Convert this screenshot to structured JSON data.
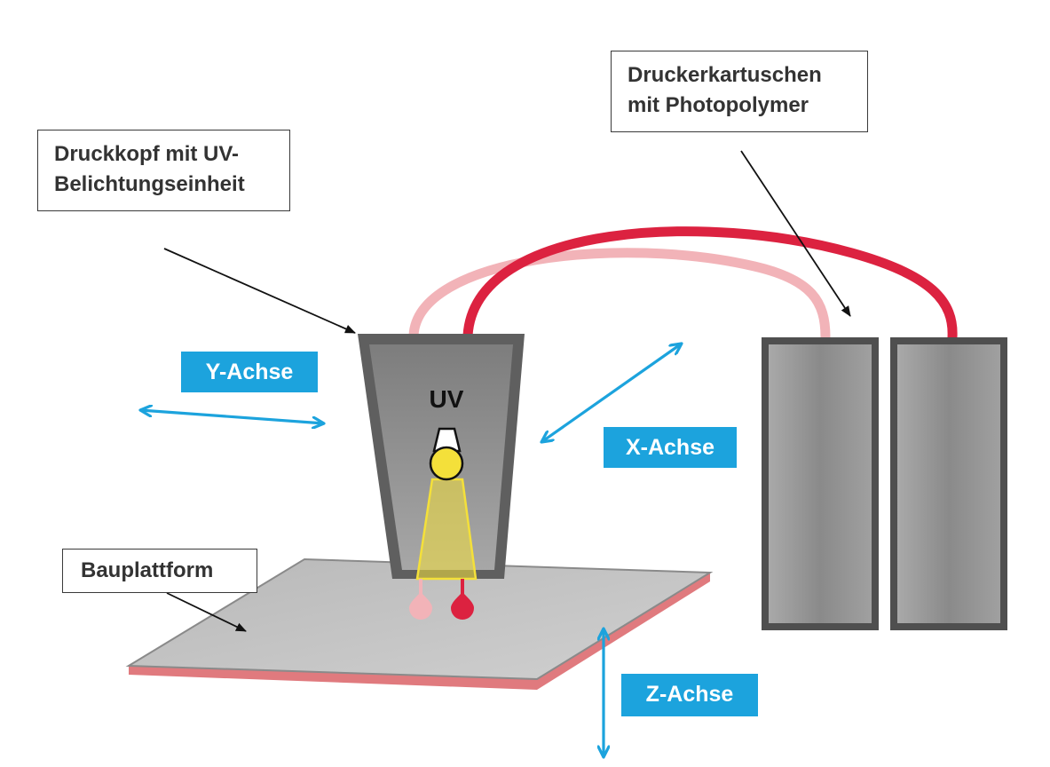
{
  "labels": {
    "print_head": [
      "Druckkopf mit UV-",
      "Belichtungseinheit"
    ],
    "cartridges": [
      "Druckerkartuschen",
      "mit Photopolymer"
    ],
    "platform": "Bauplattform",
    "uv": "UV"
  },
  "axes": {
    "y": "Y-Achse",
    "x": "X-Achse",
    "z": "Z-Achse"
  },
  "colors": {
    "axis_blue": "#1ca3dd",
    "tube_dark_red": "#dc2240",
    "tube_light_pink": "#f2b3b8",
    "housing_gray": "#8f8f8f",
    "uv_yellow": "#f4e03a",
    "platform_gray": "#c4c4c4",
    "platform_edge_red": "#e07a7e"
  }
}
